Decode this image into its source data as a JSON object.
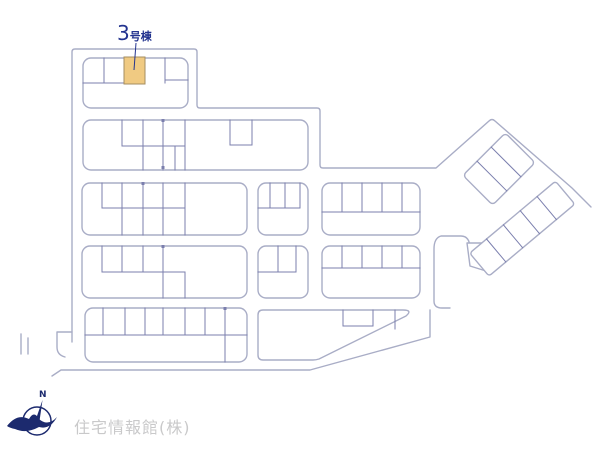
{
  "page": {
    "background": "#ffffff"
  },
  "colors": {
    "road_line": "#a9adc6",
    "lot_line": "#7b7fae",
    "highlight_fill": "#f0ca82",
    "highlight_border": "#a58e60",
    "label": "#23338f",
    "logo": "#1c2a6e",
    "company_text": "#c9c9ca"
  },
  "building_label": {
    "number": "3",
    "suffix": "号棟"
  },
  "footer": {
    "company": "住宅情報館(株)",
    "compass_letter": "N"
  }
}
